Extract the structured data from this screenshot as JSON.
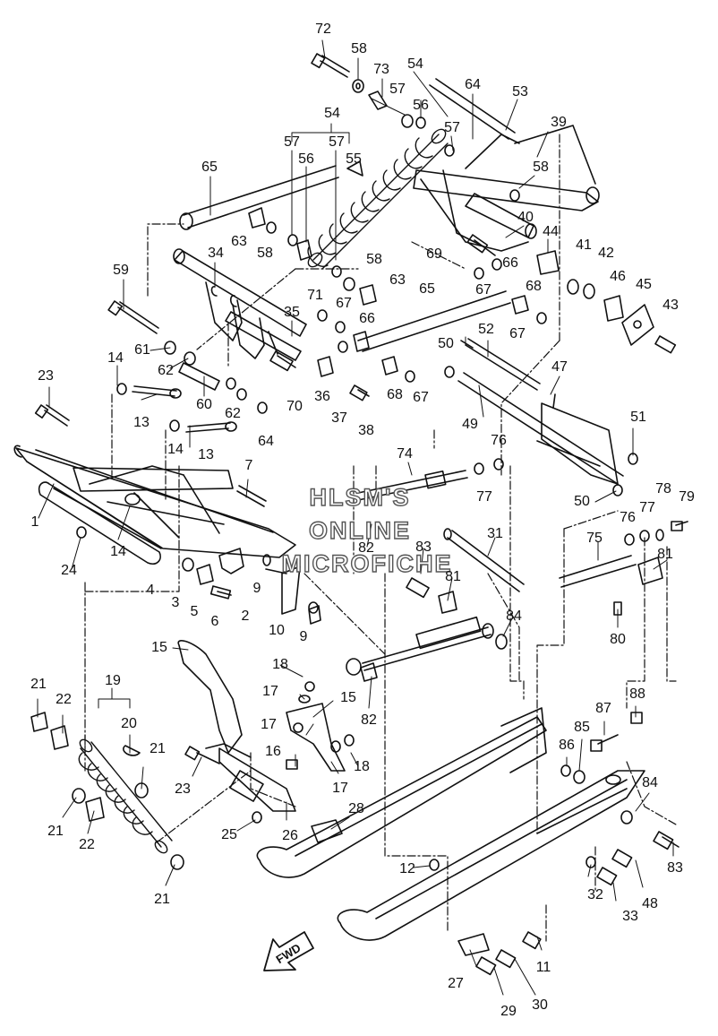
{
  "watermark": {
    "lines": [
      "HLSM'S",
      "ONLINE",
      "MICROFICHE"
    ]
  },
  "fwd_arrow": {
    "label": "FWD"
  },
  "callouts": [
    {
      "id": "1",
      "text": "1"
    },
    {
      "id": "2",
      "text": "2"
    },
    {
      "id": "3",
      "text": "3"
    },
    {
      "id": "4",
      "text": "4"
    },
    {
      "id": "5",
      "text": "5"
    },
    {
      "id": "6",
      "text": "6"
    },
    {
      "id": "7",
      "text": "7"
    },
    {
      "id": "9a",
      "text": "9"
    },
    {
      "id": "9b",
      "text": "9"
    },
    {
      "id": "10",
      "text": "10"
    },
    {
      "id": "11",
      "text": "11"
    },
    {
      "id": "12",
      "text": "12"
    },
    {
      "id": "13a",
      "text": "13"
    },
    {
      "id": "13b",
      "text": "13"
    },
    {
      "id": "14a",
      "text": "14"
    },
    {
      "id": "14b",
      "text": "14"
    },
    {
      "id": "14c",
      "text": "14"
    },
    {
      "id": "15a",
      "text": "15"
    },
    {
      "id": "15b",
      "text": "15"
    },
    {
      "id": "16",
      "text": "16"
    },
    {
      "id": "17a",
      "text": "17"
    },
    {
      "id": "17b",
      "text": "17"
    },
    {
      "id": "17c",
      "text": "17"
    },
    {
      "id": "18a",
      "text": "18"
    },
    {
      "id": "18b",
      "text": "18"
    },
    {
      "id": "19",
      "text": "19"
    },
    {
      "id": "20",
      "text": "20"
    },
    {
      "id": "21a",
      "text": "21"
    },
    {
      "id": "21b",
      "text": "21"
    },
    {
      "id": "21c",
      "text": "21"
    },
    {
      "id": "21d",
      "text": "21"
    },
    {
      "id": "22a",
      "text": "22"
    },
    {
      "id": "22b",
      "text": "22"
    },
    {
      "id": "23a",
      "text": "23"
    },
    {
      "id": "23b",
      "text": "23"
    },
    {
      "id": "24",
      "text": "24"
    },
    {
      "id": "25",
      "text": "25"
    },
    {
      "id": "26",
      "text": "26"
    },
    {
      "id": "27",
      "text": "27"
    },
    {
      "id": "28",
      "text": "28"
    },
    {
      "id": "29",
      "text": "29"
    },
    {
      "id": "30",
      "text": "30"
    },
    {
      "id": "31",
      "text": "31"
    },
    {
      "id": "32",
      "text": "32"
    },
    {
      "id": "33",
      "text": "33"
    },
    {
      "id": "34",
      "text": "34"
    },
    {
      "id": "35",
      "text": "35"
    },
    {
      "id": "36",
      "text": "36"
    },
    {
      "id": "37",
      "text": "37"
    },
    {
      "id": "38",
      "text": "38"
    },
    {
      "id": "39",
      "text": "39"
    },
    {
      "id": "40",
      "text": "40"
    },
    {
      "id": "41",
      "text": "41"
    },
    {
      "id": "42",
      "text": "42"
    },
    {
      "id": "43",
      "text": "43"
    },
    {
      "id": "44",
      "text": "44"
    },
    {
      "id": "45",
      "text": "45"
    },
    {
      "id": "46",
      "text": "46"
    },
    {
      "id": "47",
      "text": "47"
    },
    {
      "id": "48",
      "text": "48"
    },
    {
      "id": "49",
      "text": "49"
    },
    {
      "id": "50a",
      "text": "50"
    },
    {
      "id": "50b",
      "text": "50"
    },
    {
      "id": "51",
      "text": "51"
    },
    {
      "id": "52",
      "text": "52"
    },
    {
      "id": "53",
      "text": "53"
    },
    {
      "id": "54a",
      "text": "54"
    },
    {
      "id": "54b",
      "text": "54"
    },
    {
      "id": "55",
      "text": "55"
    },
    {
      "id": "56a",
      "text": "56"
    },
    {
      "id": "56b",
      "text": "56"
    },
    {
      "id": "57a",
      "text": "57"
    },
    {
      "id": "57b",
      "text": "57"
    },
    {
      "id": "57c",
      "text": "57"
    },
    {
      "id": "57d",
      "text": "57"
    },
    {
      "id": "58a",
      "text": "58"
    },
    {
      "id": "58b",
      "text": "58"
    },
    {
      "id": "58c",
      "text": "58"
    },
    {
      "id": "58d",
      "text": "58"
    },
    {
      "id": "59",
      "text": "59"
    },
    {
      "id": "60",
      "text": "60"
    },
    {
      "id": "61",
      "text": "61"
    },
    {
      "id": "62a",
      "text": "62"
    },
    {
      "id": "62b",
      "text": "62"
    },
    {
      "id": "63a",
      "text": "63"
    },
    {
      "id": "63b",
      "text": "63"
    },
    {
      "id": "64a",
      "text": "64"
    },
    {
      "id": "64b",
      "text": "64"
    },
    {
      "id": "65a",
      "text": "65"
    },
    {
      "id": "65b",
      "text": "65"
    },
    {
      "id": "66a",
      "text": "66"
    },
    {
      "id": "66b",
      "text": "66"
    },
    {
      "id": "67a",
      "text": "67"
    },
    {
      "id": "67b",
      "text": "67"
    },
    {
      "id": "67c",
      "text": "67"
    },
    {
      "id": "67d",
      "text": "67"
    },
    {
      "id": "68a",
      "text": "68"
    },
    {
      "id": "68b",
      "text": "68"
    },
    {
      "id": "69",
      "text": "69"
    },
    {
      "id": "70",
      "text": "70"
    },
    {
      "id": "71",
      "text": "71"
    },
    {
      "id": "72",
      "text": "72"
    },
    {
      "id": "73",
      "text": "73"
    },
    {
      "id": "74",
      "text": "74"
    },
    {
      "id": "75",
      "text": "75"
    },
    {
      "id": "76a",
      "text": "76"
    },
    {
      "id": "76b",
      "text": "76"
    },
    {
      "id": "77a",
      "text": "77"
    },
    {
      "id": "77b",
      "text": "77"
    },
    {
      "id": "78",
      "text": "78"
    },
    {
      "id": "79",
      "text": "79"
    },
    {
      "id": "80",
      "text": "80"
    },
    {
      "id": "81a",
      "text": "81"
    },
    {
      "id": "81b",
      "text": "81"
    },
    {
      "id": "82a",
      "text": "82"
    },
    {
      "id": "82b",
      "text": "82"
    },
    {
      "id": "83a",
      "text": "83"
    },
    {
      "id": "83b",
      "text": "83"
    },
    {
      "id": "84a",
      "text": "84"
    },
    {
      "id": "84b",
      "text": "84"
    },
    {
      "id": "85",
      "text": "85"
    },
    {
      "id": "86",
      "text": "86"
    },
    {
      "id": "87",
      "text": "87"
    },
    {
      "id": "88",
      "text": "88"
    }
  ]
}
